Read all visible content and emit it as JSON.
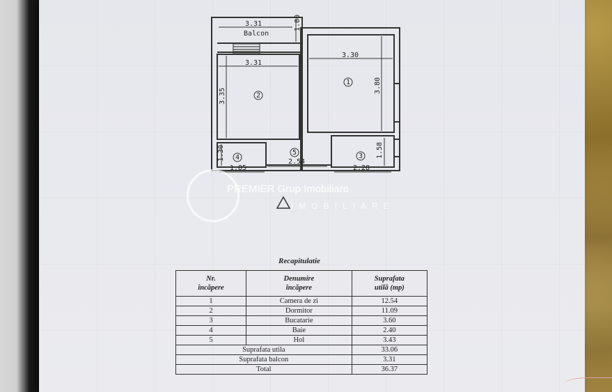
{
  "plan": {
    "balcon": {
      "width": "3.31",
      "depth": "1.00",
      "label": "Balcon"
    },
    "room2": {
      "width": "3.31",
      "height": "3.35",
      "num": "2"
    },
    "room1": {
      "width": "3.30",
      "height": "3.80",
      "num": "1"
    },
    "room4": {
      "width": "1.85",
      "height": "1.30",
      "num": "4"
    },
    "room5": {
      "width": "2.54",
      "num": "5"
    },
    "room3": {
      "width": "2.28",
      "height": "1.58",
      "num": "3"
    }
  },
  "watermark": {
    "name": "PREMIER Grup Imobiliare",
    "sub": "IMOBILIARE"
  },
  "recap": {
    "title": "Recapitulatie",
    "headers": [
      "Nr.\nîncăpere",
      "Denumire\nîncăpere",
      "Suprafata\nutilă (mp)"
    ],
    "rows": [
      {
        "nr": "1",
        "name": "Camera de zi",
        "area": "12.54"
      },
      {
        "nr": "2",
        "name": "Dormitor",
        "area": "11.09"
      },
      {
        "nr": "3",
        "name": "Bucatarie",
        "area": "3.60"
      },
      {
        "nr": "4",
        "name": "Baie",
        "area": "2.40"
      },
      {
        "nr": "5",
        "name": "Hol",
        "area": "3.43"
      }
    ],
    "totals": [
      {
        "label": "Suprafata utila",
        "value": "33.06"
      },
      {
        "label": "Suprafata balcon",
        "value": "3.31"
      },
      {
        "label": "Total",
        "value": "36.37"
      }
    ]
  }
}
